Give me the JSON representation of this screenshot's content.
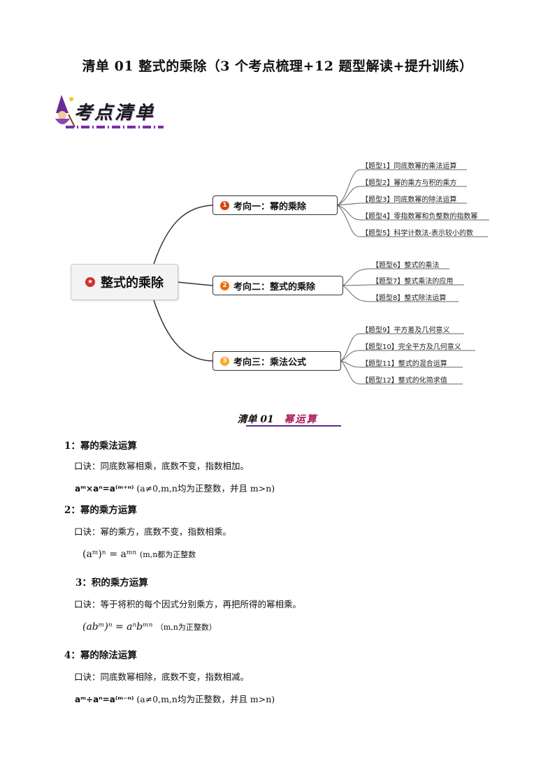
{
  "title": "清单 01  整式的乘除（3 个考点梳理+12 题型解读+提升训练）",
  "banner": {
    "text": "考点清单"
  },
  "mindmap": {
    "root": {
      "label": "整式的乘除",
      "icon": "star-icon"
    },
    "branches": [
      {
        "num": "1",
        "label": "考向一：幂的乘除",
        "color": "#d84315",
        "leaves": [
          "【题型1】同底数幂的乘法运算",
          "【题型2】幂的乘方与积的乘方",
          "【题型3】同底数幂的除法运算",
          "【题型4】零指数幂和负整数的指数幂",
          "【题型5】科学计数法-表示较小的数"
        ]
      },
      {
        "num": "2",
        "label": "考向二：整式的乘除",
        "color": "#ef6c00",
        "leaves": [
          "【题型6】整式的乘法",
          "【题型7】整式乘法的应用",
          "【题型8】整式除法运算"
        ]
      },
      {
        "num": "3",
        "label": "考向三：乘法公式",
        "color": "#f9a825",
        "leaves": [
          "【题型9】平方差及几何意义",
          "【题型10】完全平方及几何意义",
          "【题型11】整式的混合运算",
          "【题型12】整式的化简求值"
        ]
      }
    ]
  },
  "section": {
    "prefix": "清单 01",
    "name": "幂运算"
  },
  "items": [
    {
      "heading": "1：幂的乘法运算",
      "rule": "口诀：同底数幂相乘，底数不变，指数相加。",
      "formula": "aᵐ×aⁿ=a⁽ᵐ⁺ⁿ⁾",
      "note": "(a≠0,m,n均为正整数，并且 m>n)"
    },
    {
      "heading": "2：幂的乘方运算",
      "rule": "口诀：幂的乘方，底数不变，指数相乘。",
      "formula": "(aᵐ)ⁿ = aᵐⁿ",
      "note": "(m,n都为正整数"
    },
    {
      "heading": "3：积的乘方运算",
      "rule": "口诀：等于将积的每个因式分别乘方，再把所得的幂相乘。",
      "formula": "(abᵐ)ⁿ = aⁿbᵐⁿ",
      "note": "（m,n为正整数）"
    },
    {
      "heading": "4：幂的除法运算",
      "rule": "口诀：同底数幂相除，底数不变，指数相减。",
      "formula": "aᵐ÷aⁿ=a⁽ᵐ⁻ⁿ⁾",
      "note": "(a≠0,m,n均为正整数，并且 m>n)"
    }
  ]
}
